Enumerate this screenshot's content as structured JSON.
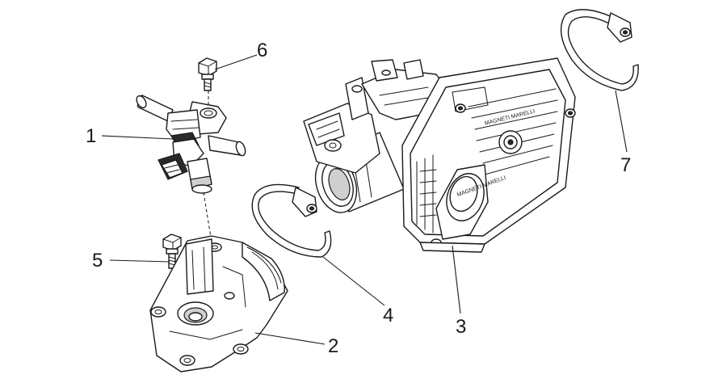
{
  "callouts": [
    {
      "id": "1",
      "label": "1"
    },
    {
      "id": "2",
      "label": "2"
    },
    {
      "id": "3",
      "label": "3"
    },
    {
      "id": "4",
      "label": "4"
    },
    {
      "id": "5",
      "label": "5"
    },
    {
      "id": "6",
      "label": "6"
    },
    {
      "id": "7",
      "label": "7"
    }
  ],
  "markings": {
    "cover_brand": "MAGNETI MARELLI",
    "cover_brand_short": "MAGNETI MARELLI"
  },
  "colors": {
    "line": "#1a1a1a",
    "background": "#ffffff"
  }
}
